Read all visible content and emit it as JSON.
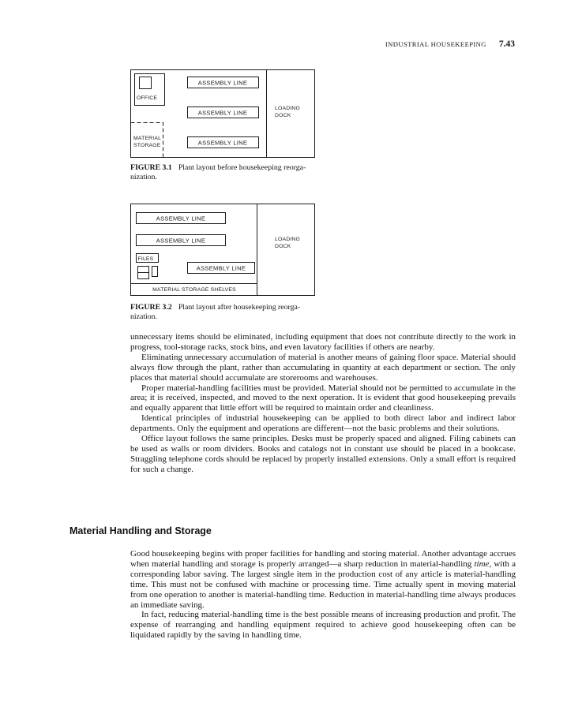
{
  "page": {
    "running_title": "INDUSTRIAL HOUSEKEEPING",
    "page_number": "7.43"
  },
  "figure1": {
    "labels": {
      "office": "OFFICE",
      "assembly_line_1": "ASSEMBLY LINE",
      "assembly_line_2": "ASSEMBLY LINE",
      "assembly_line_3": "ASSEMBLY LINE",
      "material": "MATERIAL",
      "storage": "STORAGE",
      "loading": "LOADING",
      "dock": "DOCK"
    },
    "caption": {
      "label": "FIGURE 3.1",
      "line1": "Plant layout before housekeeping reorga-",
      "line2": "nization."
    }
  },
  "figure2": {
    "labels": {
      "assembly_line_1": "ASSEMBLY LINE",
      "assembly_line_2": "ASSEMBLY LINE",
      "assembly_line_3": "ASSEMBLY LINE",
      "files": "FILES",
      "material_storage_shelves": "MATERIAL STORAGE SHELVES",
      "loading": "LOADING",
      "dock": "DOCK"
    },
    "caption": {
      "label": "FIGURE 3.2",
      "line1": "Plant layout after housekeeping reorga-",
      "line2": "nization."
    }
  },
  "body1": {
    "p1": "unnecessary items should be eliminated, including equipment that does not contribute directly to the work in progress, tool-storage racks, stock bins, and even lavatory facilities if others are nearby.",
    "p2": "Eliminating unnecessary accumulation of material is another means of gaining floor space. Material should always flow through the plant, rather than accumulating in quantity at each department or section. The only places that material should accumulate are storerooms and warehouses.",
    "p3": "Proper material-handling facilities must be provided. Material should not be permitted to accumulate in the area; it is received, inspected, and moved to the next operation. It is evident that good housekeeping prevails and equally apparent that little effort will be required to maintain order and cleanliness.",
    "p4": "Identical principles of industrial housekeeping can be applied to both direct labor and indirect labor departments. Only the equipment and operations are different—not the basic problems and their solutions.",
    "p5": "Office layout follows the same principles. Desks must be properly spaced and aligned. Filing cabinets can be used as walls or room dividers. Books and catalogs not in constant use should be placed in a bookcase. Straggling telephone cords should be replaced by properly installed extensions. Only a small effort is required for such a change."
  },
  "section": {
    "heading": "Material Handling and Storage"
  },
  "body2": {
    "p1_before": "Good housekeeping begins with proper facilities for handling and storing material. Another advantage accrues when material handling and storage is properly arranged—a sharp reduction in material-handling ",
    "p1_italic": "time,",
    "p1_after": " with a corresponding labor saving. The largest single item in the production cost of any article is material-handling time. This must not be confused with machine or processing time. Time actually spent in moving material from one operation to another is material-handling time. Reduction in material-handling time always produces an immediate saving.",
    "p2": "In fact, reducing material-handling time is the best possible means of increasing production and profit. The expense of rearranging and handling equipment required to achieve good housekeeping often can be liquidated rapidly by the saving in handling time."
  }
}
